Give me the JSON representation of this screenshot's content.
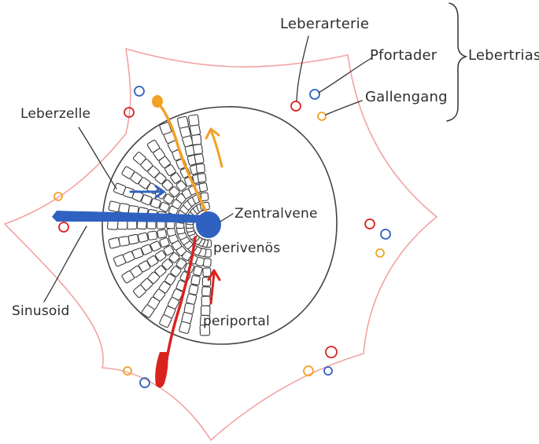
{
  "labels": {
    "leberarterie": "Leberarterie",
    "pfortader": "Pfortader",
    "gallengang": "Gallengang",
    "lebertrias": "Lebertrias",
    "leberzelle": "Leberzelle",
    "zentralvene": "Zentralvene",
    "perivenoes": "perivenös",
    "periportal": "periportal",
    "sinusoid": "Sinusoid"
  },
  "colors": {
    "lobule_outline": "#f2a3a3",
    "circle_outline": "#444444",
    "cell_outline": "#3a3a3a",
    "artery": "#d8231f",
    "portal_vein": "#2f62c0",
    "bile_duct": "#f2a126",
    "leader_line": "#333333"
  },
  "icons": {
    "flow_arrow_vein": "arrow-right-icon",
    "flow_arrow_bile": "arrow-up-icon",
    "flow_arrow_artery": "arrow-up-icon",
    "trias_brace": "curly-brace-icon"
  }
}
